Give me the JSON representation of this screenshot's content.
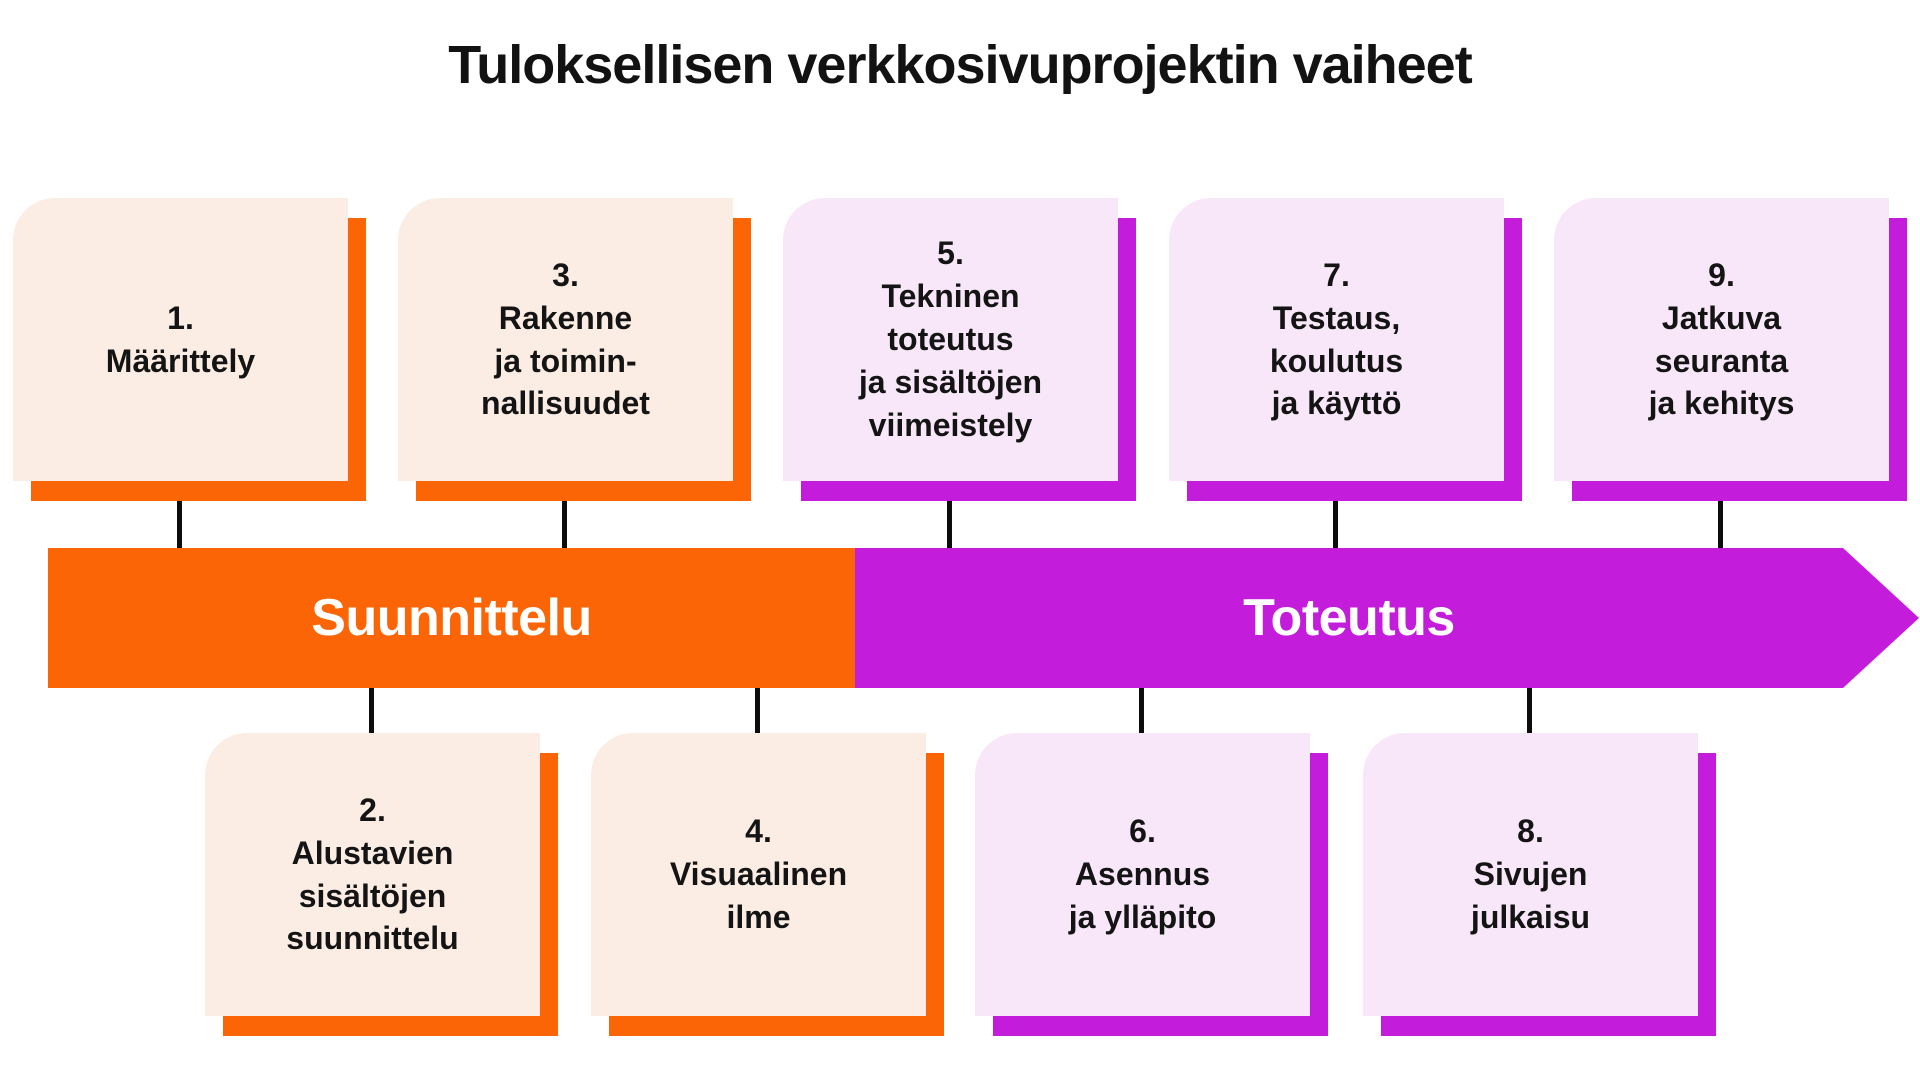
{
  "title": "Tuloksellisen verkkosivuprojektin vaiheet",
  "colors": {
    "orange": "#FB6505",
    "magenta": "#C41CDB",
    "peach_fill": "#FCEDE4",
    "lavender_fill": "#F8E7F9",
    "text": "#141414",
    "phase_label_text": "#FFFFFF"
  },
  "timeline": {
    "phases": [
      {
        "label": "Suunnittelu",
        "color": "#FB6505"
      },
      {
        "label": "Toteutus",
        "color": "#C41CDB"
      }
    ],
    "arrow_direction": "right"
  },
  "steps": [
    {
      "lines": [
        "1.",
        "Määrittely"
      ],
      "phase": "Suunnittelu",
      "row": "above-timeline"
    },
    {
      "lines": [
        "2.",
        "Alustavien",
        "sisältöjen",
        "suunnittelu"
      ],
      "phase": "Suunnittelu",
      "row": "below-timeline"
    },
    {
      "lines": [
        "3.",
        "Rakenne",
        "ja toimin-",
        "nallisuudet"
      ],
      "phase": "Suunnittelu",
      "row": "above-timeline"
    },
    {
      "lines": [
        "4.",
        "Visuaalinen",
        "ilme"
      ],
      "phase": "Suunnittelu",
      "row": "below-timeline"
    },
    {
      "lines": [
        "5.",
        "Tekninen",
        "toteutus",
        "ja sisältöjen",
        "viimeistely"
      ],
      "phase": "Toteutus",
      "row": "above-timeline"
    },
    {
      "lines": [
        "6.",
        "Asennus",
        "ja ylläpito"
      ],
      "phase": "Toteutus",
      "row": "below-timeline"
    },
    {
      "lines": [
        "7.",
        "Testaus,",
        "koulutus",
        "ja käyttö"
      ],
      "phase": "Toteutus",
      "row": "above-timeline"
    },
    {
      "lines": [
        "8.",
        "Sivujen",
        "julkaisu"
      ],
      "phase": "Toteutus",
      "row": "below-timeline"
    },
    {
      "lines": [
        "9.",
        "Jatkuva",
        "seuranta",
        "ja kehitys"
      ],
      "phase": "Toteutus",
      "row": "above-timeline"
    }
  ]
}
